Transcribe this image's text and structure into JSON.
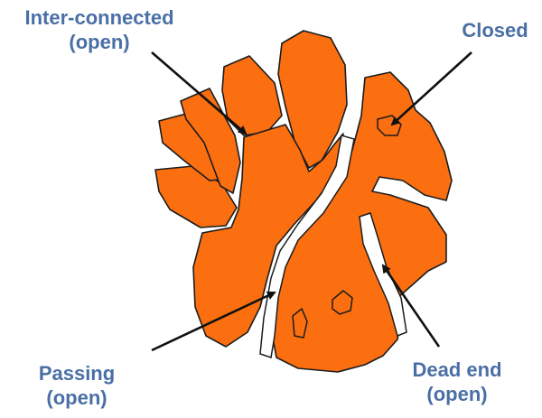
{
  "labels": {
    "interconnected": {
      "line1": "Inter-connected",
      "line2": "(open)"
    },
    "closed": {
      "line1": "Closed"
    },
    "passing": {
      "line1": "Passing",
      "line2": "(open)"
    },
    "dead_end": {
      "line1": "Dead end",
      "line2": "(open)"
    }
  },
  "colors": {
    "grain": "#fb6f10",
    "label_text": "#4a6fa5",
    "outline": "#1c1c1c",
    "arrow": "#111111"
  }
}
